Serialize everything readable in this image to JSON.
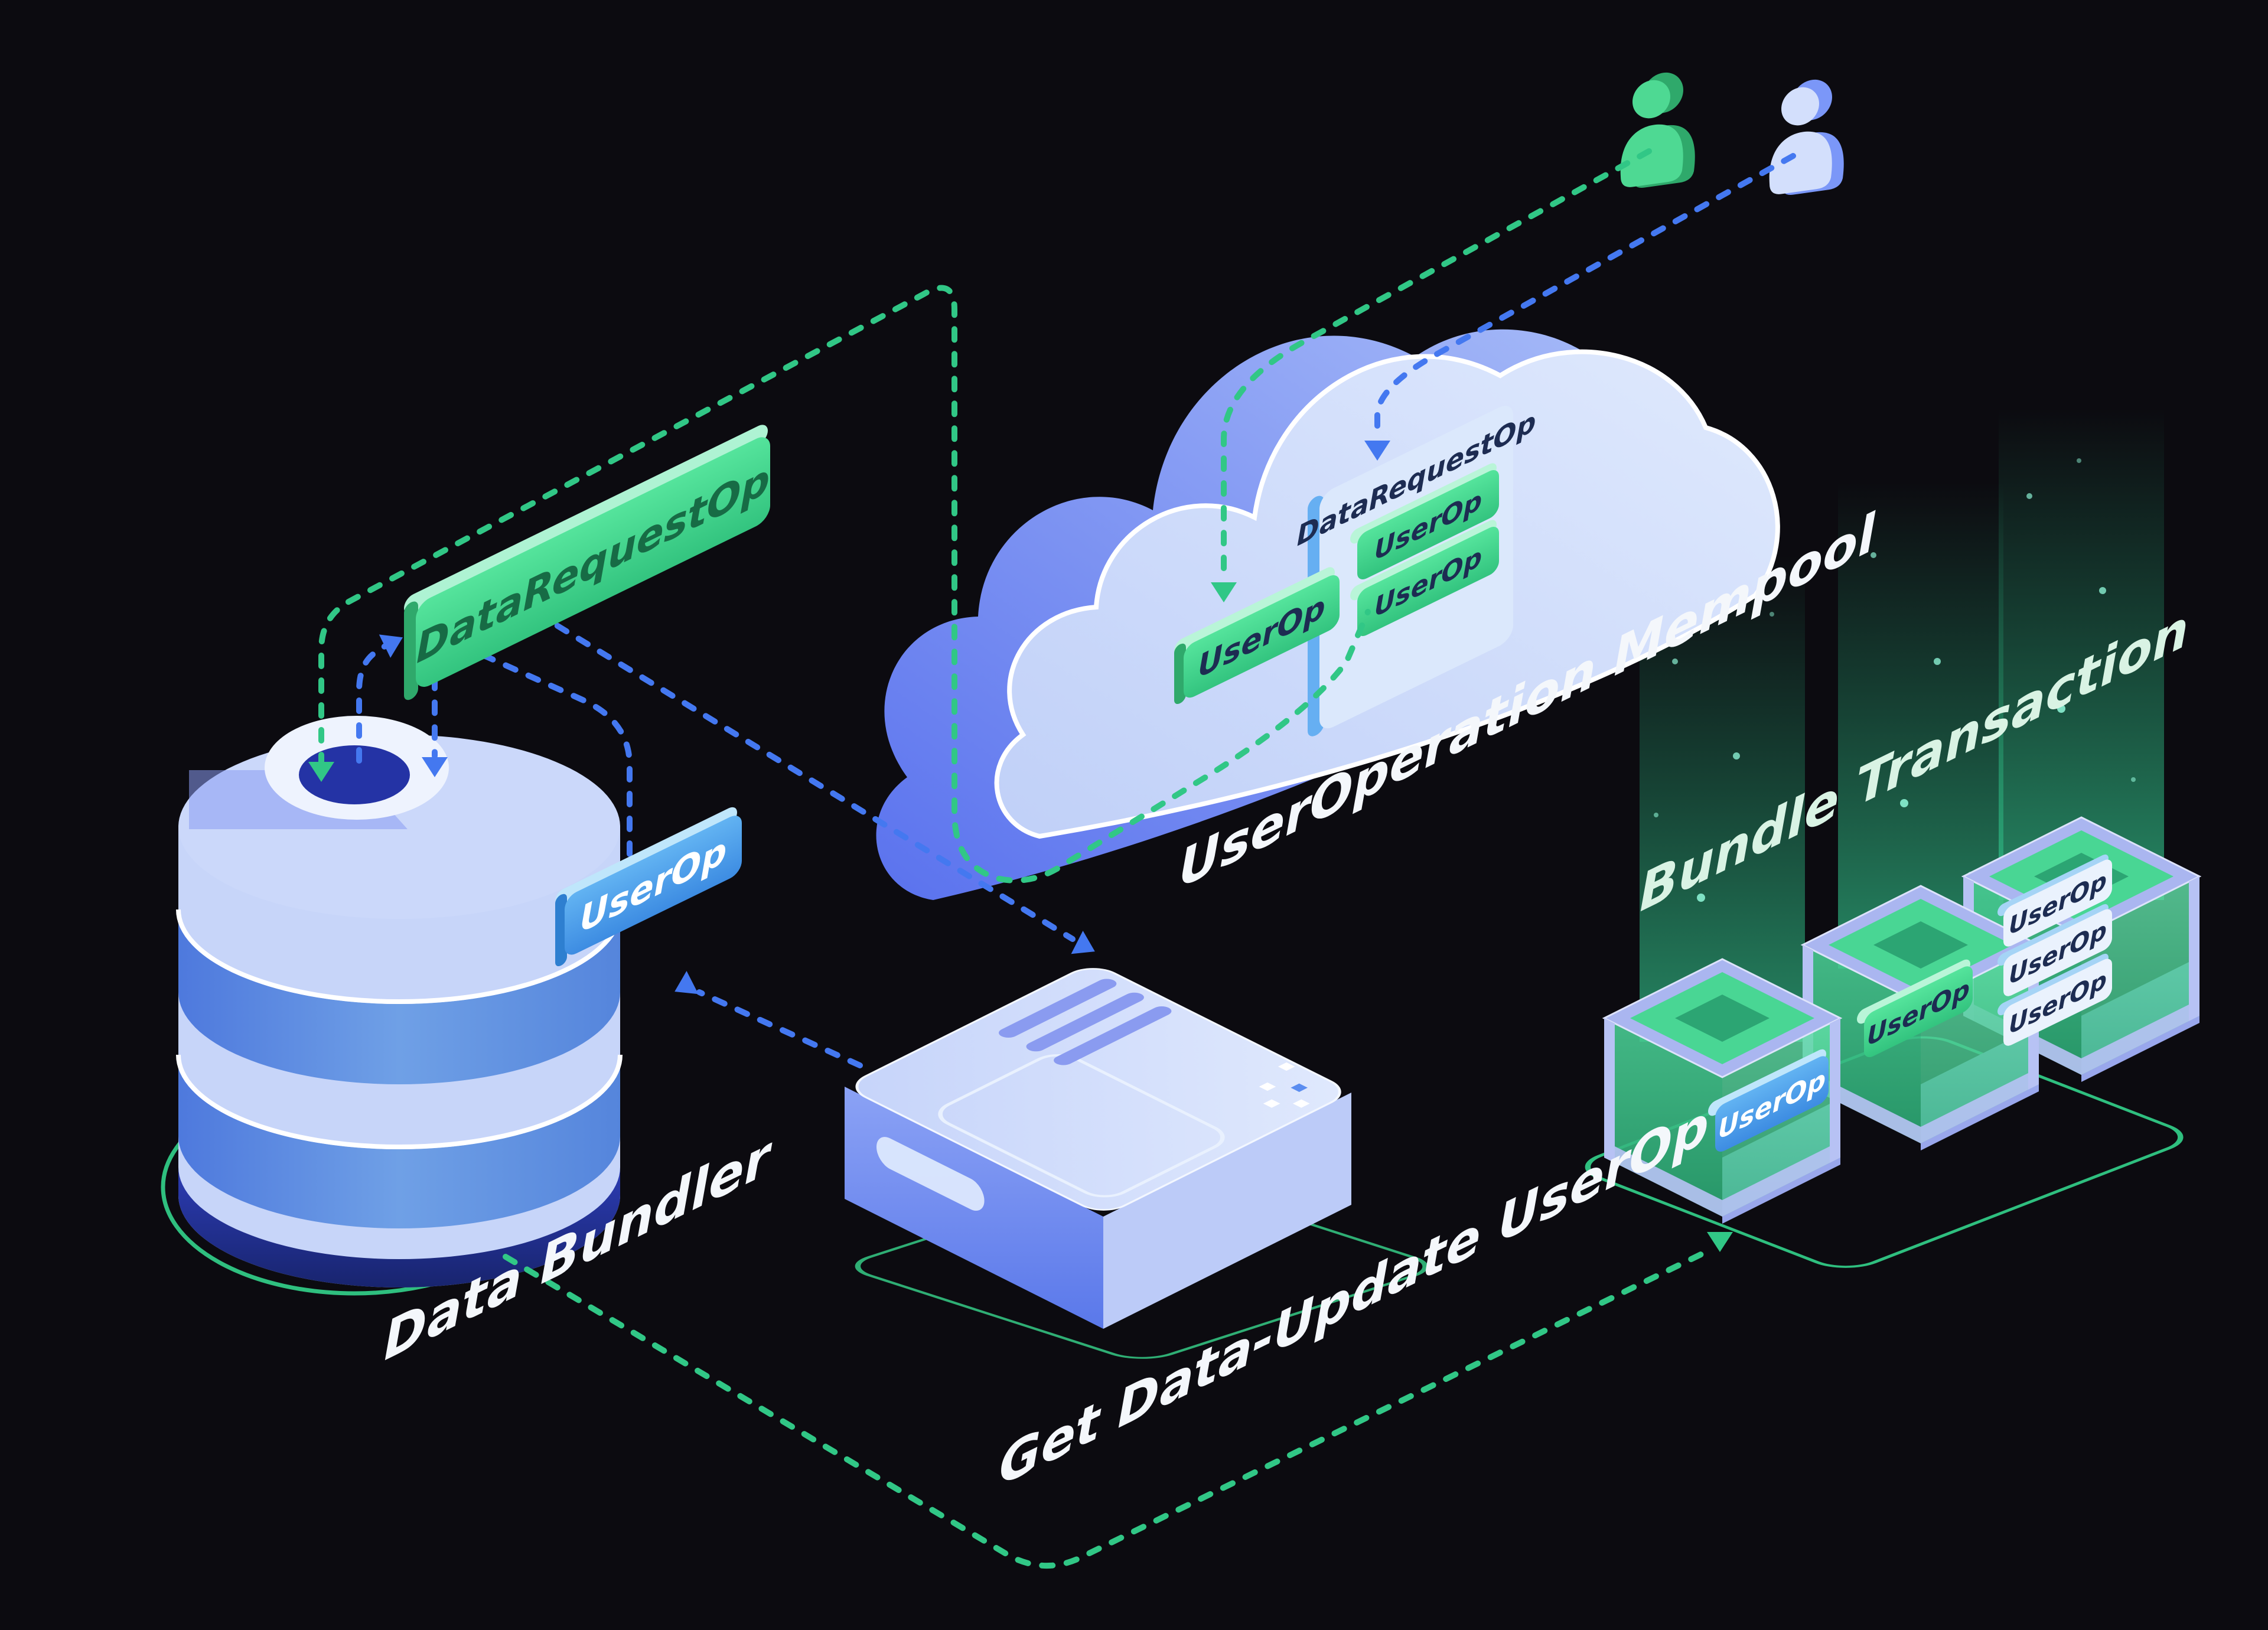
{
  "scene": {
    "background": "#0c0b10",
    "labels": {
      "data_bundler": "Data Bundler",
      "mempool": "UserOperation Mempool",
      "get_data_update": "Get Data-Update UserOp",
      "bundle_transaction": "Bundle Transaction"
    },
    "nodes": {
      "data_request_pill": "DataRequestOp",
      "userop_pill": "UserOp",
      "cloud": {
        "userop_pill": "UserOp",
        "panel_title": "DataRequestOp",
        "panel_pills": [
          "UserOp",
          "UserOp"
        ]
      },
      "bundle": {
        "cube1_pill": "UserOp",
        "cube2_pill": "UserOp",
        "cube3_pills": [
          "UserOp",
          "UserOp",
          "UserOp"
        ]
      }
    },
    "icons": [
      "database-icon",
      "cloud-icon",
      "server-icon",
      "user-icon-green",
      "user-icon-blue",
      "cube-icon",
      "beam-icon",
      "arrow-icon"
    ],
    "colors": {
      "flow_green": "#31c786",
      "flow_blue": "#4478f0",
      "cloud_blue": "#6b83f3",
      "light_periwinkle": "#c9d8fa",
      "pill_green": "#45dc92",
      "pill_blue": "#54a9f0",
      "navy_text": "#1d2c52",
      "label_white": "#f4f7fb",
      "glass_green": "#3fce8e"
    }
  }
}
